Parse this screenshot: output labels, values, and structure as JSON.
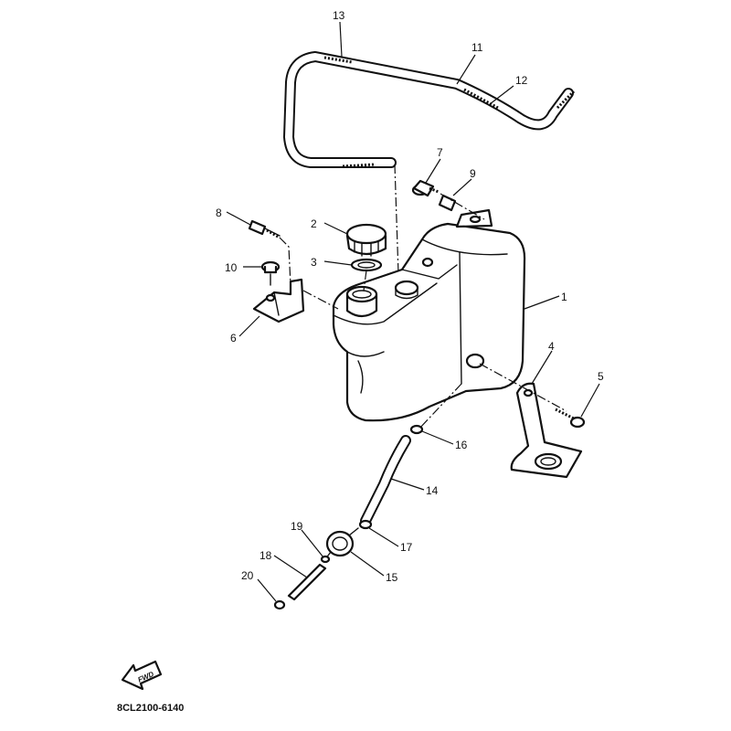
{
  "diagram": {
    "code": "8CL2100-6140",
    "fwd_label": "FWD",
    "callouts": [
      {
        "key": "c1",
        "label": "1"
      },
      {
        "key": "c2",
        "label": "2"
      },
      {
        "key": "c3",
        "label": "3"
      },
      {
        "key": "c4",
        "label": "4"
      },
      {
        "key": "c5",
        "label": "5"
      },
      {
        "key": "c6",
        "label": "6"
      },
      {
        "key": "c7",
        "label": "7"
      },
      {
        "key": "c8",
        "label": "8"
      },
      {
        "key": "c9",
        "label": "9"
      },
      {
        "key": "c10",
        "label": "10"
      },
      {
        "key": "c11",
        "label": "11"
      },
      {
        "key": "c12",
        "label": "12"
      },
      {
        "key": "c13",
        "label": "13"
      },
      {
        "key": "c14",
        "label": "14"
      },
      {
        "key": "c15",
        "label": "15"
      },
      {
        "key": "c16",
        "label": "16"
      },
      {
        "key": "c17",
        "label": "17"
      },
      {
        "key": "c18",
        "label": "18"
      },
      {
        "key": "c19",
        "label": "19"
      },
      {
        "key": "c20",
        "label": "20"
      }
    ]
  }
}
